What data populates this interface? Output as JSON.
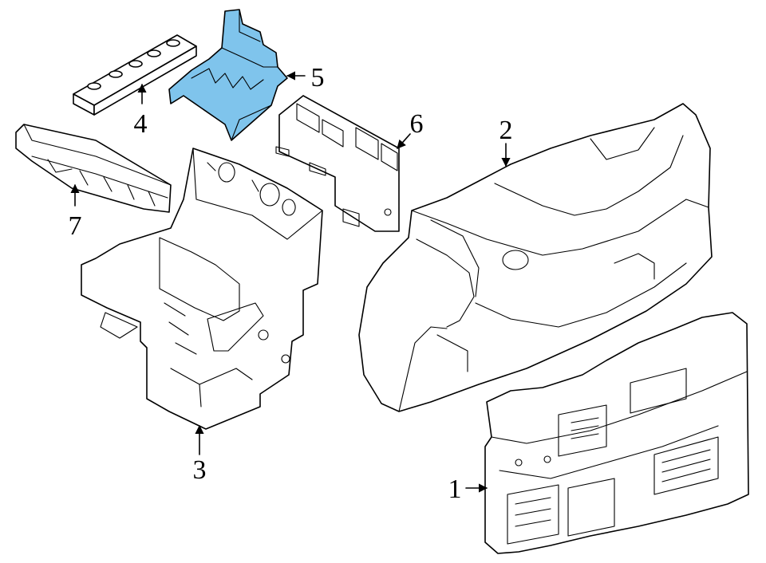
{
  "diagram": {
    "highlight_color": "#7fc4ec",
    "line_color": "#000000",
    "background": "#ffffff",
    "callouts": [
      {
        "id": "1",
        "label": "1"
      },
      {
        "id": "2",
        "label": "2"
      },
      {
        "id": "3",
        "label": "3"
      },
      {
        "id": "4",
        "label": "4"
      },
      {
        "id": "5",
        "label": "5"
      },
      {
        "id": "6",
        "label": "6"
      },
      {
        "id": "7",
        "label": "7"
      }
    ]
  }
}
